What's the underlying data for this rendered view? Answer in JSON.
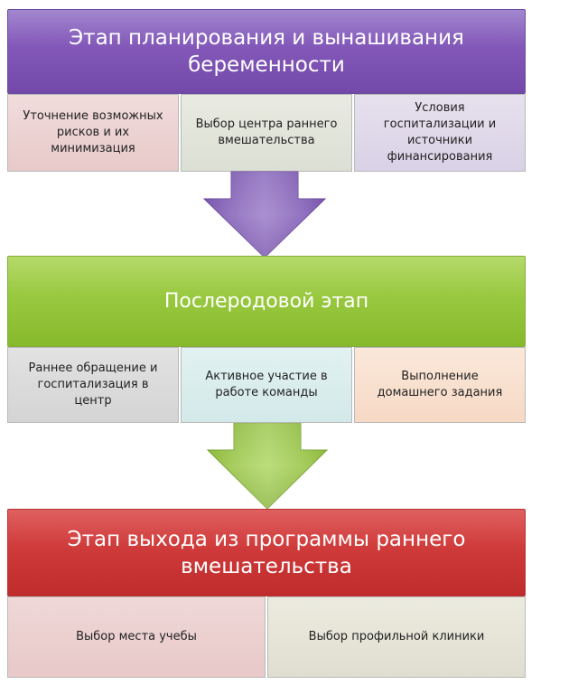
{
  "stages": [
    {
      "title": "Этап планирования и вынашивания беременности",
      "items": [
        "Уточнение возможных рисков и их минимизация",
        "Выбор центра  раннего вмешательства",
        "Условия госпитализации и источники финансирования"
      ]
    },
    {
      "title": "Послеродовой этап",
      "items": [
        "Раннее обращение и госпитализация в центр",
        "Активное участие  в работе команды",
        "Выполнение домашнего задания"
      ]
    },
    {
      "title": "Этап выхода из программы раннего вмешательства",
      "items": [
        "Выбор места учебы",
        "Выбор профильной клиники"
      ]
    }
  ],
  "colors": {
    "stage1": "#8257b8",
    "stage2": "#98c83f",
    "stage3": "#cf3a3a"
  }
}
